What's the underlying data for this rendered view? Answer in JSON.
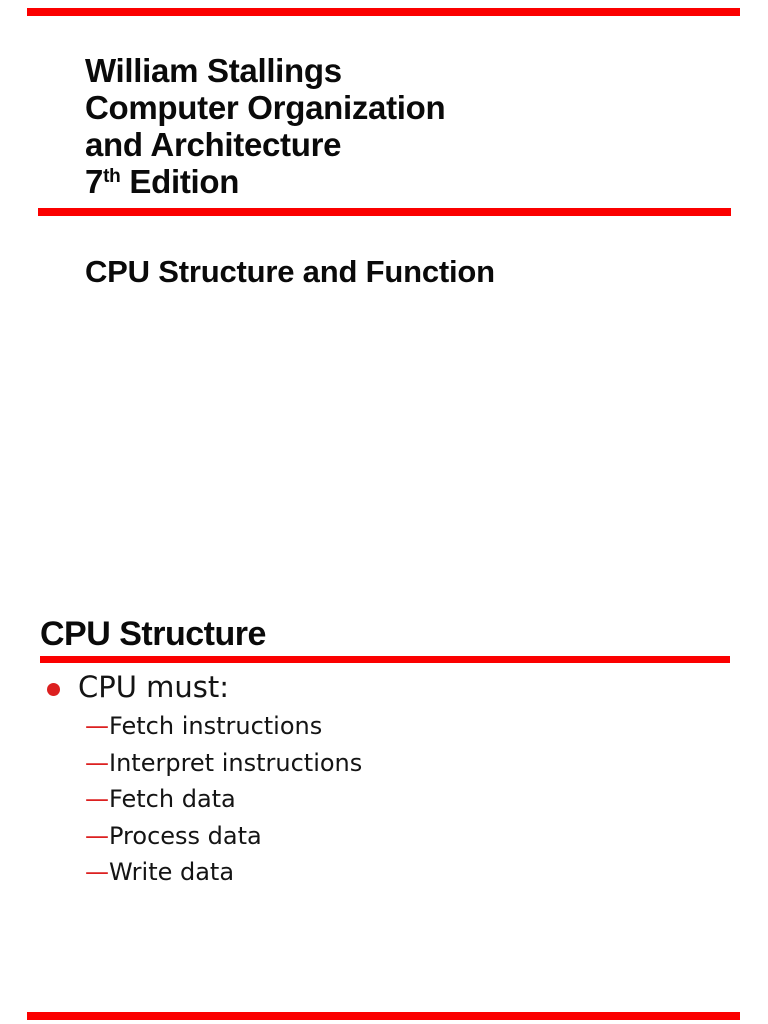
{
  "colors": {
    "page-bg": "#ffffff",
    "rule-red": "#fb0000",
    "accent-red": "#dc2020",
    "text-black": "#0a0a0a",
    "body-text": "#141414"
  },
  "slide1": {
    "title_line1": "William Stallings",
    "title_line2": "Computer Organization",
    "title_line3": "and Architecture",
    "edition_number": "7",
    "edition_superscript": "th",
    "edition_word": "Edition",
    "subtitle": "CPU Structure and Function"
  },
  "slide2": {
    "heading": "CPU Structure",
    "bullet_icon": "red-circle-bullet",
    "bullet_text": "CPU must:",
    "dash": "—",
    "items": [
      "Fetch instructions",
      "Interpret instructions",
      "Fetch data",
      "Process data",
      "Write data"
    ]
  }
}
